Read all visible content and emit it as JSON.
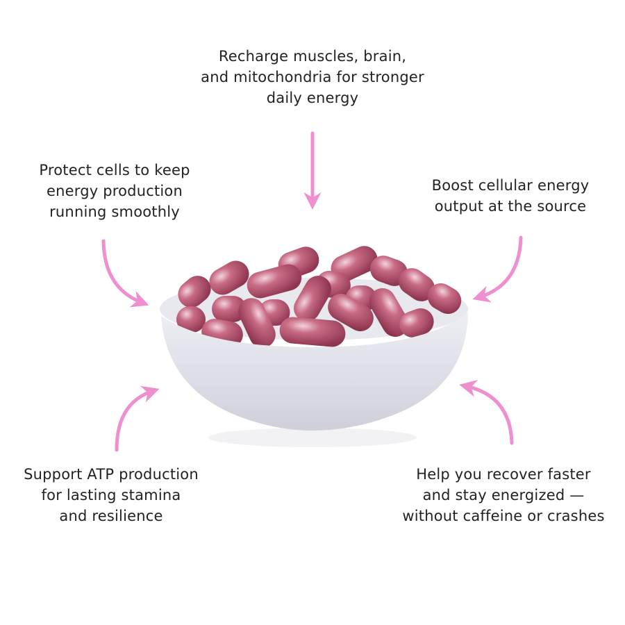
{
  "benefits": {
    "top": [
      "Recharge muscles, brain,",
      "and mitochondria for stronger",
      "daily energy"
    ],
    "left": [
      "Protect cells to keep",
      "energy production",
      "running smoothly"
    ],
    "right": [
      "Boost cellular energy",
      "output at the source"
    ],
    "bottom_left": [
      "Support ATP production",
      "for lasting stamina",
      "and resilience"
    ],
    "bottom_right": [
      "Help you recover faster",
      "and stay energized —",
      "without caffeine or crashes"
    ]
  },
  "colors": {
    "arrow": "#ee8fcf",
    "capsule": "#b5566f",
    "bowl": "#e4e4ec"
  },
  "icons": [
    "arrow-down-icon",
    "curved-arrow-icon"
  ]
}
